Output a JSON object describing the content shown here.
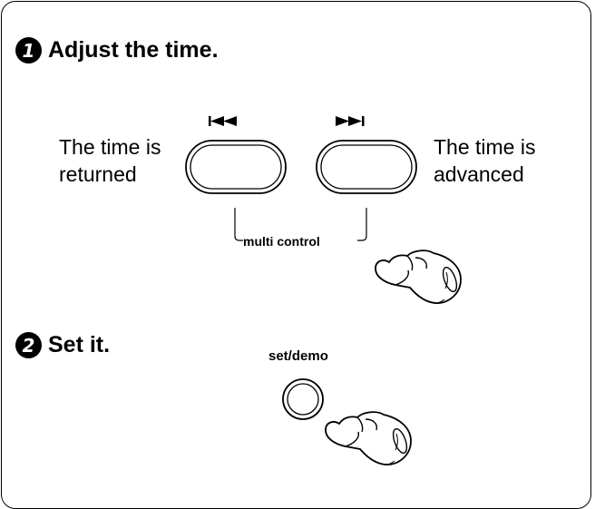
{
  "steps": [
    {
      "number": "1",
      "title": "Adjust the time."
    },
    {
      "number": "2",
      "title": "Set it."
    }
  ],
  "buttons": {
    "prev": {
      "icon": "skip-previous-icon",
      "caption_lines": [
        "The time is",
        "returned"
      ]
    },
    "next": {
      "icon": "skip-next-icon",
      "caption_lines": [
        "The time is",
        "advanced"
      ]
    },
    "group_label": "multi control",
    "set_label": "set/demo"
  },
  "icons": [
    "skip-previous-icon",
    "skip-next-icon",
    "pointing-hand-icon"
  ]
}
